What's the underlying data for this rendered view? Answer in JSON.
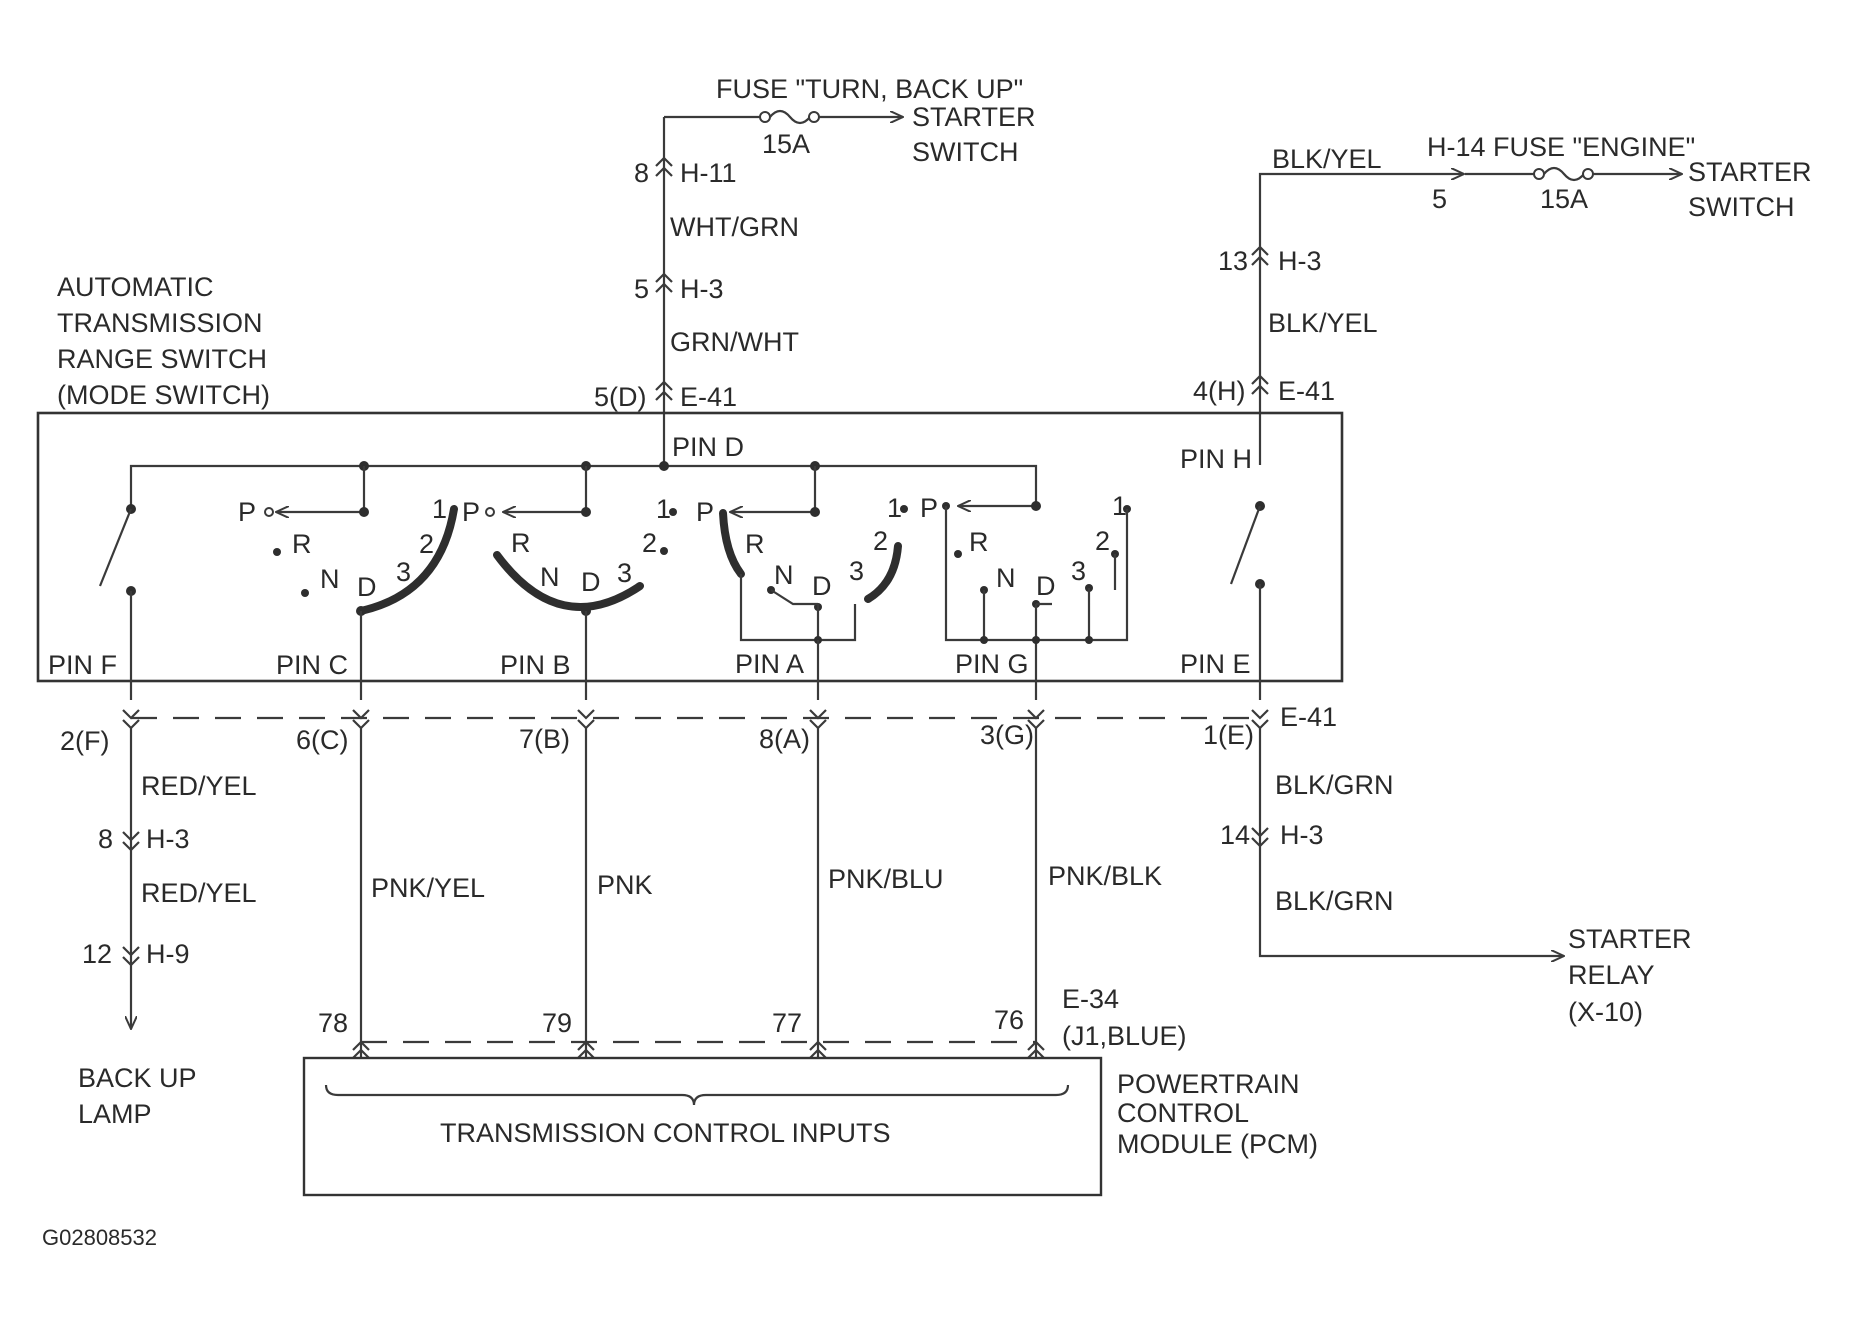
{
  "title": {
    "line1": "AUTOMATIC",
    "line2": "TRANSMISSION",
    "line3": "RANGE SWITCH",
    "line4": "(MODE SWITCH)"
  },
  "fuse_turn": {
    "label": "FUSE \"TURN, BACK UP\"",
    "rating": "15A",
    "dest_line1": "STARTER",
    "dest_line2": "SWITCH"
  },
  "fuse_engine": {
    "label": "H-14 FUSE \"ENGINE\"",
    "pin": "5",
    "rating": "15A",
    "dest_line1": "STARTER",
    "dest_line2": "SWITCH"
  },
  "pin_d_circuit": {
    "conn_h11_pin": "8",
    "conn_h11": "H-11",
    "wire1": "WHT/GRN",
    "conn_h3_pin": "5",
    "conn_h3": "H-3",
    "wire2": "GRN/WHT",
    "conn_e41_pin": "5(D)",
    "conn_e41": "E-41"
  },
  "pin_h_circuit": {
    "wire_top": "BLK/YEL",
    "conn_h3_pin": "13",
    "conn_h3": "H-3",
    "wire_mid": "BLK/YEL",
    "conn_e41_pin": "4(H)",
    "conn_e41": "E-41"
  },
  "switch_pins": {
    "pin_d": "PIN D",
    "pin_h": "PIN H",
    "pin_f": "PIN F",
    "pin_c": "PIN C",
    "pin_b": "PIN B",
    "pin_a": "PIN A",
    "pin_g": "PIN G",
    "pin_e": "PIN E"
  },
  "positions": {
    "p": "P",
    "r": "R",
    "n": "N",
    "d": "D",
    "three": "3",
    "two": "2",
    "one": "1"
  },
  "lower_connector": {
    "f": "2(F)",
    "c": "6(C)",
    "b": "7(B)",
    "a": "8(A)",
    "g": "3(G)",
    "e": "1(E)",
    "e41": "E-41"
  },
  "backup_circuit": {
    "wire1": "RED/YEL",
    "conn_h3_pin": "8",
    "conn_h3": "H-3",
    "wire2": "RED/YEL",
    "conn_h9_pin": "12",
    "conn_h9": "H-9",
    "dest_line1": "BACK UP",
    "dest_line2": "LAMP"
  },
  "starter_circuit": {
    "wire1": "BLK/GRN",
    "conn_h3_pin": "14",
    "conn_h3": "H-3",
    "wire2": "BLK/GRN",
    "dest_line1": "STARTER",
    "dest_line2": "RELAY",
    "dest_line3": "(X-10)"
  },
  "pcm_wires": {
    "c": "PNK/YEL",
    "b": "PNK",
    "a": "PNK/BLU",
    "g": "PNK/BLK"
  },
  "pcm": {
    "pin_c": "78",
    "pin_b": "79",
    "pin_a": "77",
    "pin_g": "76",
    "connector": "E-34",
    "connector_detail": "(J1,BLUE)",
    "box_label": "TRANSMISSION CONTROL INPUTS",
    "name_line1": "POWERTRAIN",
    "name_line2": "CONTROL",
    "name_line3": "MODULE (PCM)"
  },
  "figure_id": "G02808532"
}
